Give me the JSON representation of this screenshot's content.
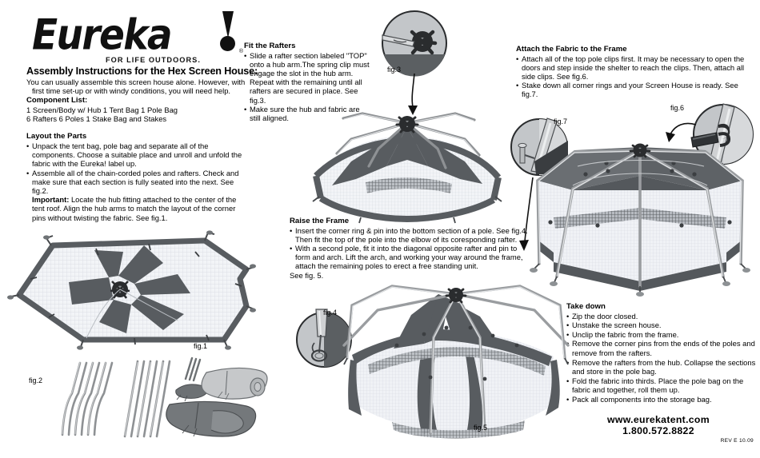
{
  "brand": {
    "name": "Eureka",
    "registered": "®",
    "tagline": "FOR LIFE OUTDOORS."
  },
  "title": "Assembly Instructions for the Hex Screen House:",
  "intro": "You can usually assemble this screen house alone. However, with first time set-up or with windy conditions, you will need help.",
  "component_list": {
    "heading": "Component List:",
    "line1": "1 Screen/Body w/ Hub   1 Tent Bag   1 Pole Bag",
    "line2": "6 Rafters   6 Poles   1 Stake Bag and Stakes"
  },
  "sections": [
    {
      "id": "layout-the-parts",
      "heading": "Layout the Parts",
      "bullets": [
        "Unpack the tent bag, pole bag and separate all of the components. Choose a suitable place and unroll and unfold the fabric with the Eureka! label up.",
        "Assemble all of the chain-corded poles and rafters. Check and make sure that each section is fully seated into the next. See fig.2."
      ],
      "note_label": "Important:",
      "note": " Locate the hub fitting attached to the center of the tent roof. Align the hub arms to match the layout of the corner pins without twisting the fabric. See fig.1."
    },
    {
      "id": "fit-the-rafters",
      "heading": "Fit the Rafters",
      "bullets": [
        "Slide a rafter section labeled \"TOP\" onto a hub arm.The spring clip must engage the slot in the hub arm. Repeat with the remaining until all rafters are secured in place. See fig.3.",
        "Make sure the hub and fabric are still aligned."
      ]
    },
    {
      "id": "raise-the-frame",
      "heading": "Raise the Frame",
      "bullets": [
        "Insert the corner ring & pin into the bottom section of a pole. See fig.4. Then fit the top of the pole into the elbow of its coresponding rafter.",
        "With a second pole, fit it into the diagonal opposite rafter and pin to form and arch. Lift the arch, and working your way around the frame, attach the remaining poles to erect a free standing unit."
      ],
      "trailing": "See fig. 5."
    },
    {
      "id": "attach-the-fabric-to-the-frame",
      "heading": "Attach the Fabric to the Frame",
      "bullets": [
        "Attach all of the top pole clips first. It may be necessary to open the doors and step inside the shelter to reach the clips. Then, attach all side clips. See fig.6.",
        "Stake down all corner rings and your Screen House is ready. See fig.7."
      ]
    },
    {
      "id": "take-down",
      "heading": "Take down",
      "bullets": [
        "Zip the door closed.",
        "Unstake the screen house.",
        "Unclip the fabric from the frame.",
        "Remove the corner pins from the ends of the poles and remove from the rafters.",
        "Remove the rafters from the hub. Collapse the sections and store in the pole bag.",
        "Fold the fabric into thirds. Place the pole bag on the fabric and together, roll them up.",
        "Pack all components into the storage bag."
      ]
    }
  ],
  "figures": {
    "fig1": "fig.1",
    "fig2": "fig.2",
    "fig3": "fig.3",
    "fig4": "fig.4",
    "fig5": "fig.5",
    "fig6": "fig.6",
    "fig7": "fig.7"
  },
  "footer": {
    "website": "www.eurekatent.com",
    "phone": "1.800.572.8822",
    "revision": "REV E 10.09"
  },
  "colors": {
    "ink": "#000000",
    "fabric_dark": "#565a5e",
    "roof_gray": "#6a6e72",
    "pole_light": "#c9cbcd",
    "pole_mid": "#9a9da0",
    "mesh": "#eef0f4",
    "callout_fill": "#c3c6c9",
    "background": "#ffffff"
  }
}
